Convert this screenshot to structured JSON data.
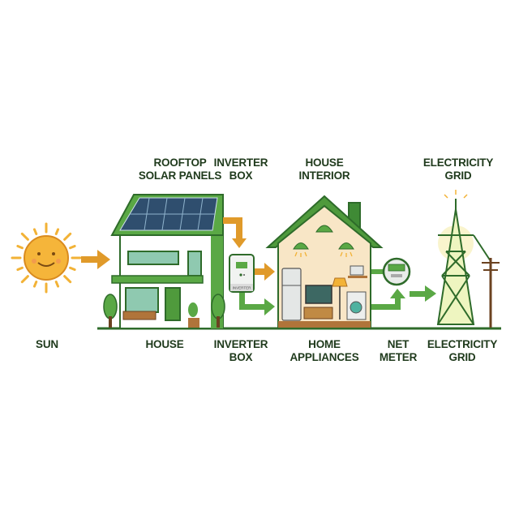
{
  "top_labels": {
    "rooftop_solar_panels": "ROOFTOP\nSOLAR PANELS",
    "inverter_box": "INVERTER\nBOX",
    "house_interior": "HOUSE\nINTERIOR",
    "electricity_grid": "ELECTRICITY\nGRID"
  },
  "bottom_labels": {
    "sun": "SUN",
    "house": "HOUSE",
    "inverter_box": "INVERTER\nBOX",
    "home_appliances": "HOME\nAPPLIANCES",
    "net_meter": "NET\nMETER",
    "electricity_grid": "ELECTRICITY\nGRID"
  },
  "inverter_plate": "INVERTER",
  "colors": {
    "green": "#4f9a3c",
    "dark_green": "#2e6b2a",
    "orange": "#e09a2a",
    "sun": "#f2b236",
    "wall": "#f8e6c6"
  }
}
